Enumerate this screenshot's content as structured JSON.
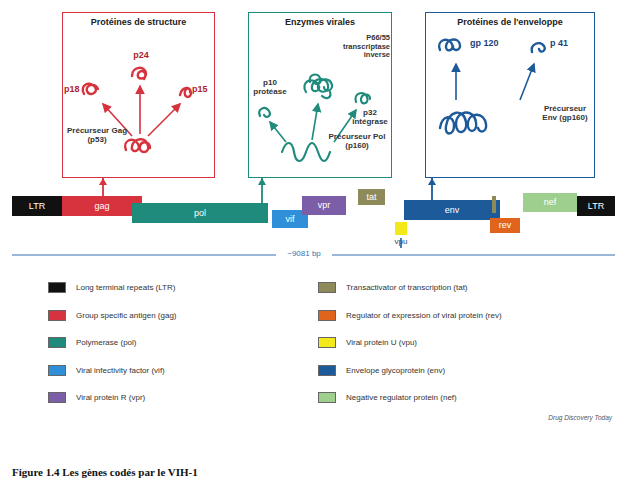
{
  "diagram": {
    "caption": "Figure 1.4 Les gènes codés par le VIH-1",
    "nodes": [
      {
        "text": [
          "Protéines de structure"
        ]
      },
      {
        "text": [
          "Enzymes virales"
        ]
      },
      {
        "text": [
          "Protéines de l'enveloppe"
        ]
      },
      {
        "text": [
          "LTR"
        ]
      },
      {
        "text": [
          "gag"
        ]
      },
      {
        "text": [
          "pol"
        ]
      },
      {
        "text": [
          "vif"
        ]
      },
      {
        "text": [
          "vpr"
        ]
      },
      {
        "text": [
          "tat"
        ]
      },
      {
        "text": [
          "vpu"
        ]
      },
      {
        "text": [
          "env"
        ]
      },
      {
        "text": [
          "rev"
        ]
      },
      {
        "text": [
          "nef"
        ]
      },
      {
        "text": [
          "LTR"
        ]
      }
    ],
    "edges": [
      {
        "from": 4,
        "to": 0,
        "arrow": "to"
      },
      {
        "from": 5,
        "to": 1,
        "arrow": "to"
      },
      {
        "from": 10,
        "to": 2,
        "arrow": "to"
      }
    ],
    "labels": [
      "p18",
      "p24",
      "p15",
      "Précurseur Gag (p53)",
      "p10 protéase",
      "P66/55 transcriptase inverse",
      "p32 intégrase",
      "Précurseur Pol (p160)",
      "gp 120",
      "p 41",
      "Précurseur Env (gp160)",
      "~9081 bp",
      "Drug Discovery Today"
    ],
    "legend": [
      {
        "text": "Long terminal repeats (LTR)",
        "color": "#111111"
      },
      {
        "text": "Group specific antigen (gag)",
        "color": "#d7333e"
      },
      {
        "text": "Polymerase (pol)",
        "color": "#1e8b7c"
      },
      {
        "text": "Viral infectivity factor (vif)",
        "color": "#2f8fd8"
      },
      {
        "text": "Viral protein R (vpr)",
        "color": "#7b5ea7"
      },
      {
        "text": "Transactivator of transcription (tat)",
        "color": "#8f8a5a"
      },
      {
        "text": "Regulator of expression of viral protein (rev)",
        "color": "#e0641c"
      },
      {
        "text": "Viral protein U (vpu)",
        "color": "#f3e81a"
      },
      {
        "text": "Envelope glycoprotein (env)",
        "color": "#1c5a9a"
      },
      {
        "text": "Negative regulator protein (nef)",
        "color": "#9fcf8f"
      }
    ]
  }
}
